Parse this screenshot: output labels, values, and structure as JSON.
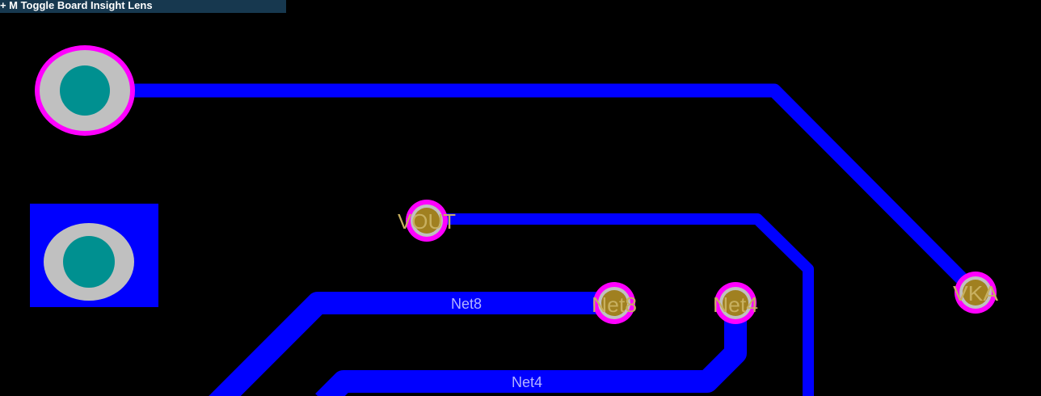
{
  "hint_banner": {
    "text": "t + M  Toggle Board Insight Lens"
  },
  "colors": {
    "background": "#000000",
    "trace": "#0000ff",
    "pad_ring": "#ff00ff",
    "pad_copper_round": "#a08020",
    "pad_copper_large": "#c0c0c0",
    "pad_hole": "#009090",
    "trace_label": "#b4b4ff",
    "pad_label": "#c8b060",
    "banner_bg": "#17384f",
    "banner_text": "#ffffff"
  },
  "pads": {
    "vout": "VOUT",
    "net8": "Net8",
    "net4": "Net4",
    "vka": "VKA"
  },
  "traces": {
    "net8": "Net8",
    "net4": "Net4"
  }
}
